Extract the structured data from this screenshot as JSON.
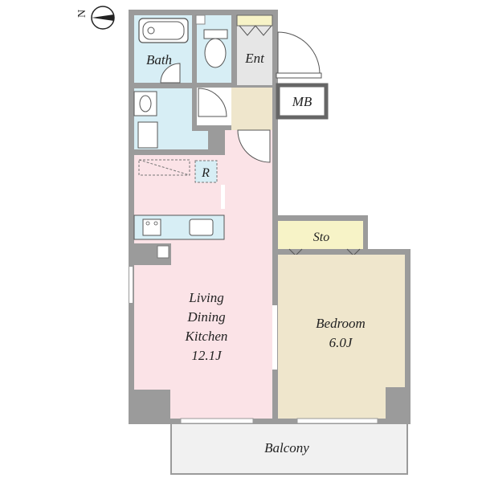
{
  "rooms": {
    "bath": "Bath",
    "entrance": "Ent",
    "meter_box": "MB",
    "refrigerator": "R",
    "storage": "Sto",
    "ldk": {
      "line1": "Living",
      "line2": "Dining",
      "line3": "Kitchen",
      "size": "12.1J"
    },
    "bedroom": {
      "name": "Bedroom",
      "size": "6.0J"
    },
    "balcony": "Balcony"
  },
  "compass": {
    "letter": "N"
  },
  "colors": {
    "wall": "#9b9b9b",
    "bath_blue": "#d7eef5",
    "ldk_pink": "#fbe3e7",
    "bedroom_beige": "#efe6cc",
    "entrance_beige": "#efe6cc",
    "storage_yellow": "#f7f3c7",
    "balcony_gray": "#f1f1f1",
    "entrance_gray": "#e6e6e6"
  }
}
